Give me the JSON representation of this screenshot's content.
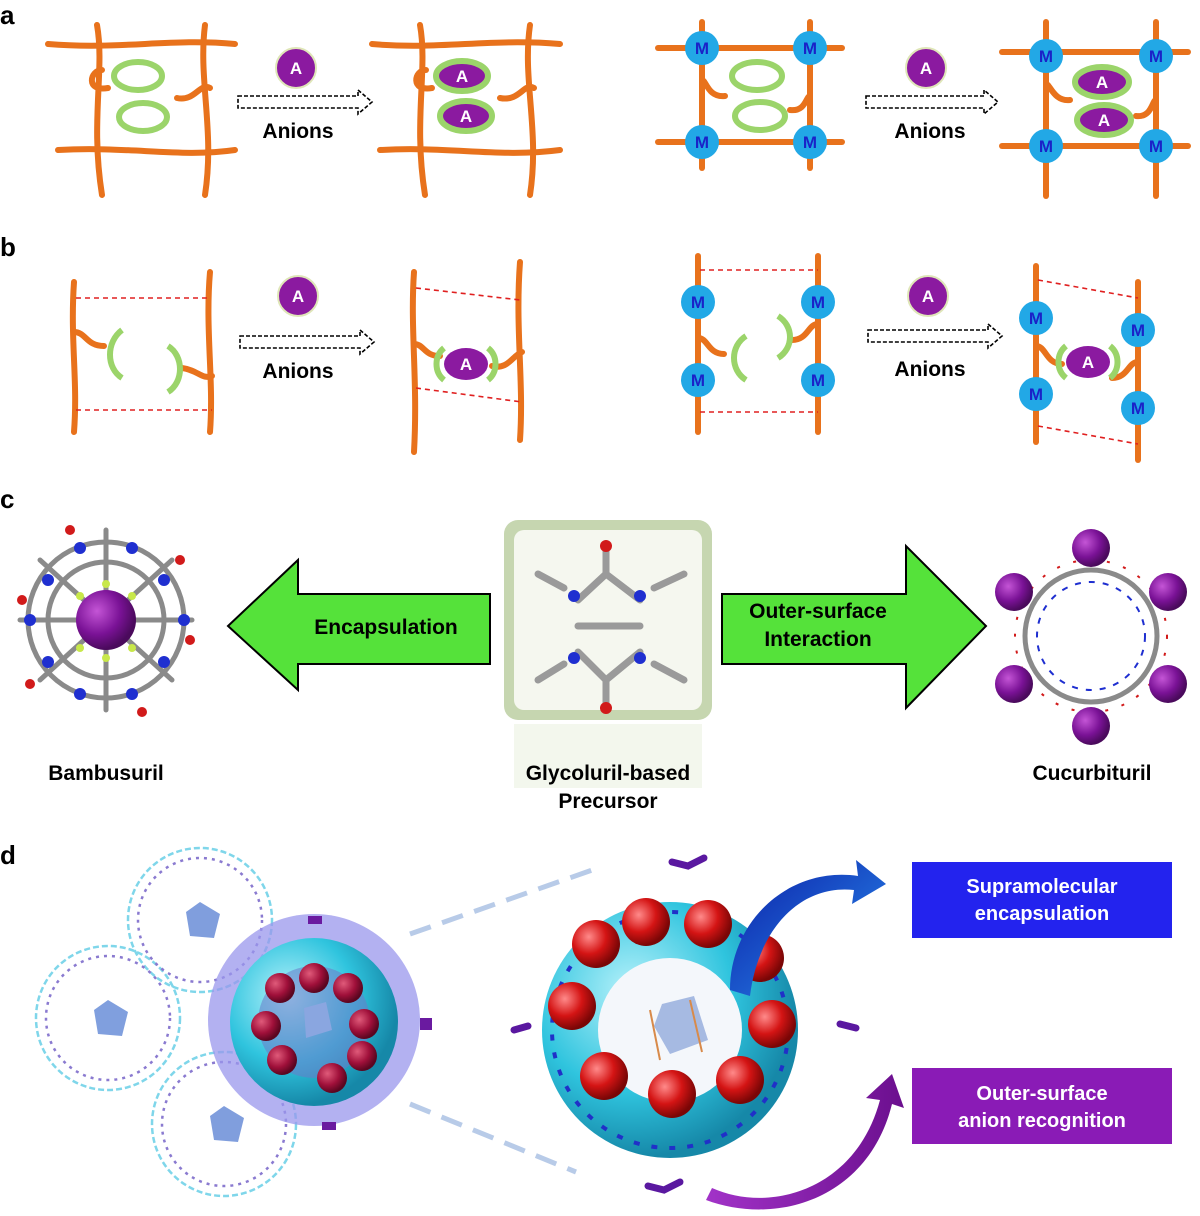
{
  "panels": {
    "a": {
      "letter": "a",
      "anion": "A",
      "metal": "M",
      "arrow_label": "Anions"
    },
    "b": {
      "letter": "b",
      "anion": "A",
      "metal": "M",
      "arrow_label": "Anions"
    },
    "c": {
      "letter": "c",
      "left_arrow_label": "Encapsulation",
      "right_arrow_label_line1": "Outer-surface",
      "right_arrow_label_line2": "Interaction",
      "left_molecule": "Bambusuril",
      "center_molecule_line1": "Glycoluril-based",
      "center_molecule_line2": "Precursor",
      "right_molecule": "Cucurbituril"
    },
    "d": {
      "letter": "d",
      "box1_line1": "Supramolecular",
      "box1_line2": "encapsulation",
      "box2_line1": "Outer-surface",
      "box2_line2": "anion recognition"
    }
  },
  "colors": {
    "ligand_orange": "#e8721c",
    "ring_green": "#9bd46a",
    "anion_purple": "#8b1aa0",
    "metal_blue": "#22a8e6",
    "metal_text": "#1a22c8",
    "arrow_green": "#55e23a",
    "box_blue": "#2323ee",
    "box_purple": "#8a1bb6",
    "sphere_cyan": "#32c8e0",
    "sphere_red": "#d01010"
  }
}
